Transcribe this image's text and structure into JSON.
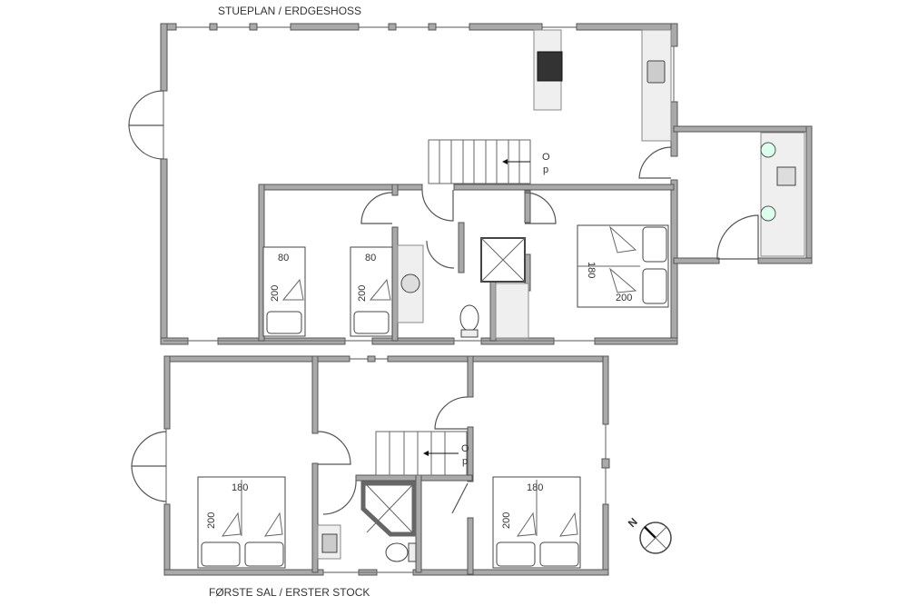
{
  "titles": {
    "ground_floor": "STUEPLAN / ERDGESHOSS",
    "first_floor": "FØRSTE SAL / ERSTER STOCK"
  },
  "stairs": {
    "ground_label_o": "O",
    "ground_label_p": "p",
    "upper_label_o": "O",
    "upper_label_p": "p"
  },
  "beds": {
    "ground_single_1_width": "80",
    "ground_single_1_length": "200",
    "ground_single_2_width": "80",
    "ground_single_2_length": "200",
    "ground_double_width": "180",
    "ground_double_length": "200",
    "upper_double_1_width": "180",
    "upper_double_1_length": "200",
    "upper_double_2_width": "180",
    "upper_double_2_length": "200"
  },
  "compass": {
    "label": "N"
  }
}
